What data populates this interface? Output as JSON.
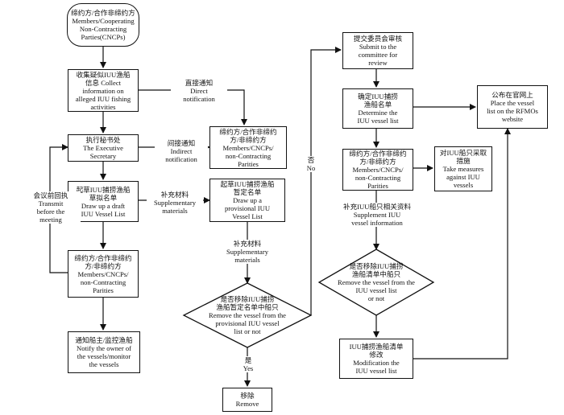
{
  "nodes": {
    "start": [
      "缔约方/合作非缔约方",
      "Members/Cooperating",
      "Non-Contracting",
      "Parties(CNCPs)"
    ],
    "collect": [
      "收集疑似IUU渔船",
      "信息 Collect",
      "information on",
      "alleged IUU fishing",
      "activities"
    ],
    "exec": [
      "执行秘书处",
      "The Executive",
      "Secretary"
    ],
    "parties_notify": [
      "缔约方/合作非缔约",
      "方/非缔约方",
      "Members/CNCPs/",
      "non-Contracting",
      "Parities"
    ],
    "draft": [
      "起草IUU捕捞渔船",
      "草拟名单",
      "Draw up a draft",
      "IUU Vessel List"
    ],
    "provisional": [
      "起草IUU捕捞渔船",
      "暂定名单",
      "Draw up a",
      "provisional IUU",
      "Vessel List"
    ],
    "parties_left": [
      "缔约方/合作非缔约",
      "方/非缔约方",
      "Members/CNCPs/",
      "non-Contracting",
      "Parities"
    ],
    "notify_owner": [
      "通知船主/监控渔船",
      "Notify the owner of",
      "the vessels/monitor",
      "the vessels"
    ],
    "remove": [
      "移除",
      "Remove"
    ],
    "submit": [
      "提交委员会审核",
      "Submit to the",
      "committee for",
      "review"
    ],
    "determine": [
      "确定IUU捕捞",
      "渔船名单",
      "Determine the",
      "IUU vessel list"
    ],
    "publish": [
      "公布在官网上",
      "Place the vessel",
      "list on the RFMOs",
      "website"
    ],
    "parties_right": [
      "缔约方/合作非缔约",
      "方/非缔约方",
      "Members/CNCPs/",
      "non-Contracting",
      "Parities"
    ],
    "measures": [
      "对IUU船只采取",
      "措施",
      "Take measures",
      "against IUU",
      "vessels"
    ],
    "modification": [
      "IUU捕捞渔船清单",
      "修改",
      "Modification the",
      "IUU vessel list"
    ]
  },
  "decisions": {
    "remove_provisional": [
      "是否移除IUU捕捞",
      "渔船暂定名单中船只",
      "Remove the vessel from the",
      "provisional IUU vessel",
      "list or not"
    ],
    "remove_list": [
      "是否移除IUU捕捞",
      "渔船清单中船只",
      "Remove the vessel from the",
      "IUU vessel list",
      "or not"
    ]
  },
  "labels": {
    "direct": [
      "直接通知",
      "Direct",
      "notification"
    ],
    "indirect": [
      "间接通知",
      "Indirect",
      "notification"
    ],
    "supp1": [
      "补充材料",
      "Supplementary",
      "materials"
    ],
    "supp2": [
      "补充材料",
      "Supplementary",
      "materials"
    ],
    "supplement_info": [
      "补充IUU船只相关资料",
      "Supplement IUU",
      "vessel information"
    ],
    "transmit": [
      "会议前回执",
      "Transmit",
      "before the",
      "meeting"
    ],
    "no": [
      "否",
      "No"
    ],
    "yes": [
      "是",
      "Yes"
    ]
  }
}
